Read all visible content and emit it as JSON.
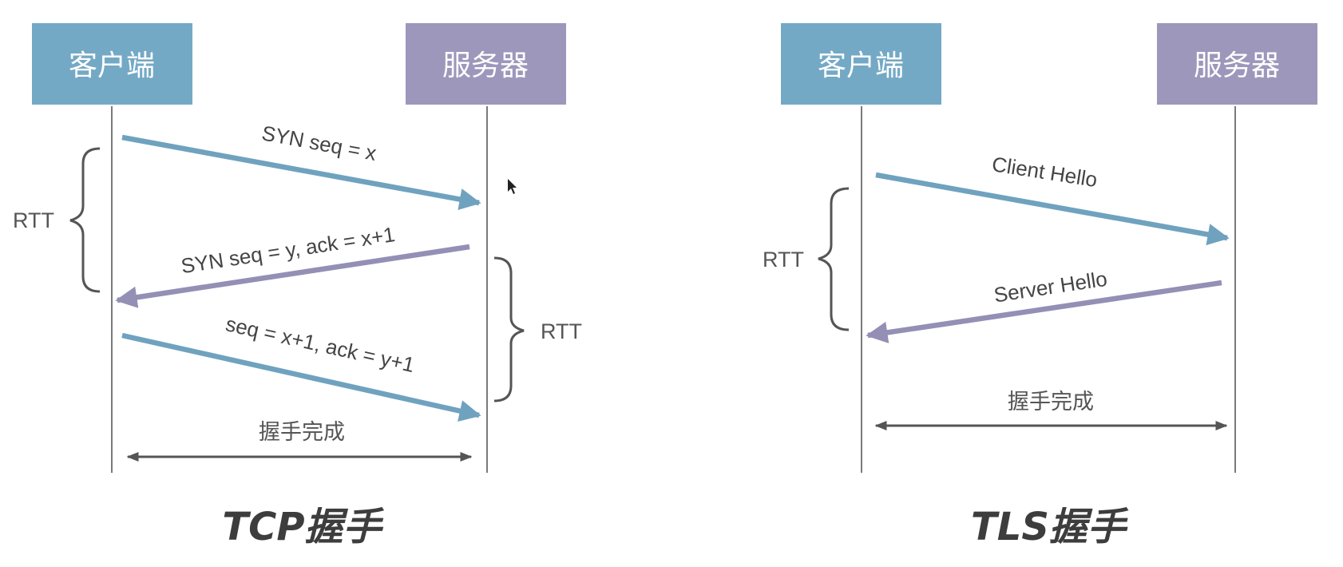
{
  "colors": {
    "client": "#74a9c6",
    "server": "#9d97bb",
    "client_arrow": "#6fa2bf",
    "server_arrow": "#938fb5",
    "text": "#444444",
    "lifeline": "#7a7a7a",
    "done_arrow": "#555555"
  },
  "tcp": {
    "client_label": "客户端",
    "server_label": "服务器",
    "messages": [
      {
        "label": "SYN seq = x",
        "direction": "client-to-server"
      },
      {
        "label": "SYN seq = y, ack = x+1",
        "direction": "server-to-client"
      },
      {
        "label": "seq = x+1, ack = y+1",
        "direction": "client-to-server"
      }
    ],
    "rtt_left": "RTT",
    "rtt_right": "RTT",
    "done_label": "握手完成",
    "title": "TCP握手"
  },
  "tls": {
    "client_label": "客户端",
    "server_label": "服务器",
    "messages": [
      {
        "label": "Client Hello",
        "direction": "client-to-server"
      },
      {
        "label": "Server Hello",
        "direction": "server-to-client"
      }
    ],
    "rtt_left": "RTT",
    "done_label": "握手完成",
    "title": "TLS握手"
  }
}
